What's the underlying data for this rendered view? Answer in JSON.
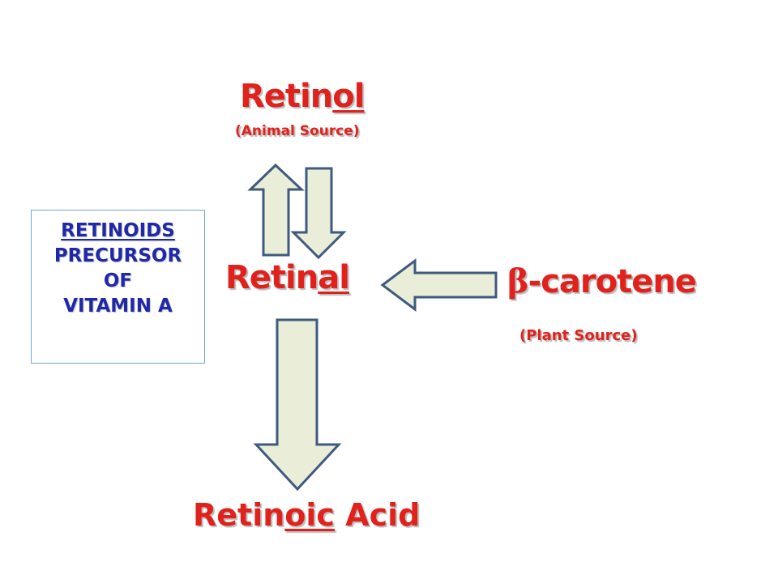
{
  "retinol": {
    "prefix": "Retin",
    "suffix": "ol",
    "source": "(Animal Source)"
  },
  "retinal": {
    "prefix": "Retin",
    "suffix": "al"
  },
  "carotene": {
    "symbol": "β",
    "label": "-carotene",
    "source": "(Plant  Source)"
  },
  "retinoic": {
    "prefix": "Retin",
    "middle": "oic",
    "suffix": " Acid"
  },
  "legend": {
    "title": "RETINOIDS",
    "line1": "PRECURSOR",
    "line2": "OF",
    "line3": "VITAMIN A"
  },
  "colors": {
    "text_red": "#e0211c",
    "text_blue": "#1f28a8",
    "arrow_fill": "#eaeed9",
    "arrow_stroke": "#3e5a7e",
    "box_border": "#6fa6cf"
  }
}
